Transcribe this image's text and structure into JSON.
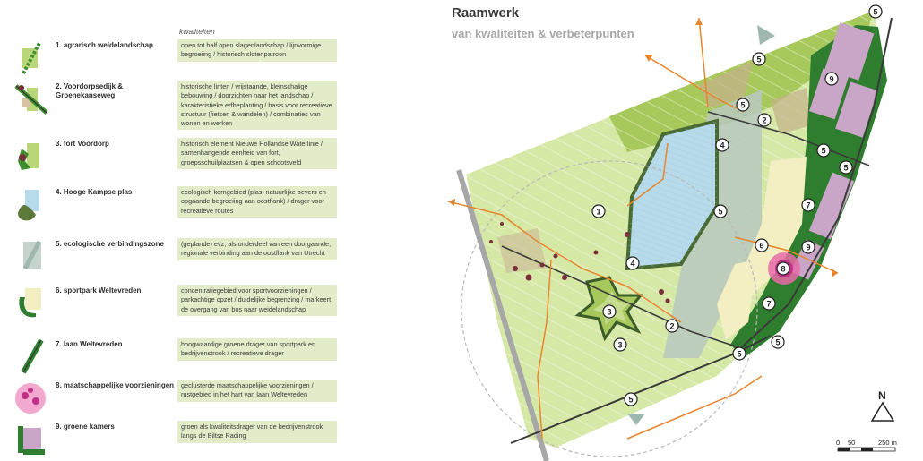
{
  "map": {
    "title": "Raamwerk",
    "subtitle": "van kwaliteiten & verbeterpunten",
    "north_label": "N",
    "scale": {
      "zero": "0",
      "mid": "50",
      "end": "250 m"
    },
    "markers": [
      "5",
      "5",
      "2",
      "4",
      "5",
      "1",
      "5",
      "4",
      "3",
      "3",
      "2",
      "5",
      "5",
      "6",
      "8",
      "7",
      "7",
      "9",
      "9",
      "5",
      "5",
      "5"
    ]
  },
  "legend": {
    "header": "kwaliteiten",
    "items": [
      {
        "title": "1. agrarisch weidelandschap",
        "desc": "open tot half open slagenlandschap / lijnvormige begroeiing / historisch slotenpatroon"
      },
      {
        "title": "2. Voordorpsedijk & Groenekanseweg",
        "desc": "historische linten / vrijstaande, kleinschalige bebouwing / doorzichten naar het landschap / karakteristieke erfbeplanting / basis voor recreatieve structuur (fietsen & wandelen) / combinaties van wonen en werken"
      },
      {
        "title": "3. fort Voordorp",
        "desc": "historisch element Nieuwe Hollandse Waterlinie / samenhangende eenheid van fort, groepsschuilplaatsen & open schootsveld"
      },
      {
        "title": "4. Hooge Kampse plas",
        "desc": "ecologisch kerngebied (plas, natuurlijke oevers en opgaande begroeiing aan oostflank) / drager voor recreatieve routes"
      },
      {
        "title": "5. ecologische verbindingszone",
        "desc": "(geplande) evz, als onderdeel van een doorgaande, regionale verbinding aan de oostflank van Utrecht"
      },
      {
        "title": "6. sportpark Weltevreden",
        "desc": "concentratiegebied voor sportvoorzieningen / parkachtige opzet / duidelijke begrenzing / markeert de overgang van bos naar weidelandschap"
      },
      {
        "title": "7. laan Weltevreden",
        "desc": "hoogwaardige groene drager van sportpark en bedrijvenstrook / recreatieve drager"
      },
      {
        "title": "8. maatschappelijke voorzieningen",
        "desc": "geclusterde maatschappelijke voorzieningen / rustgebied in het hart van laan Weltevreden"
      },
      {
        "title": "9. groene kamers",
        "desc": "groen als kwaliteitsdrager van de bedrijvenstrook langs de Biltse Rading"
      }
    ]
  },
  "colors": {
    "meadow": "#c7dc8e",
    "meadow_dark": "#9dbf4c",
    "forest": "#2f7d2e",
    "water": "#b7dbea",
    "sport": "#f3efc2",
    "industry": "#c9a5c8",
    "corridor": "#b7c9c3",
    "route": "#e8862c",
    "road": "#3a3a3a",
    "highway": "#a7a7a7"
  }
}
